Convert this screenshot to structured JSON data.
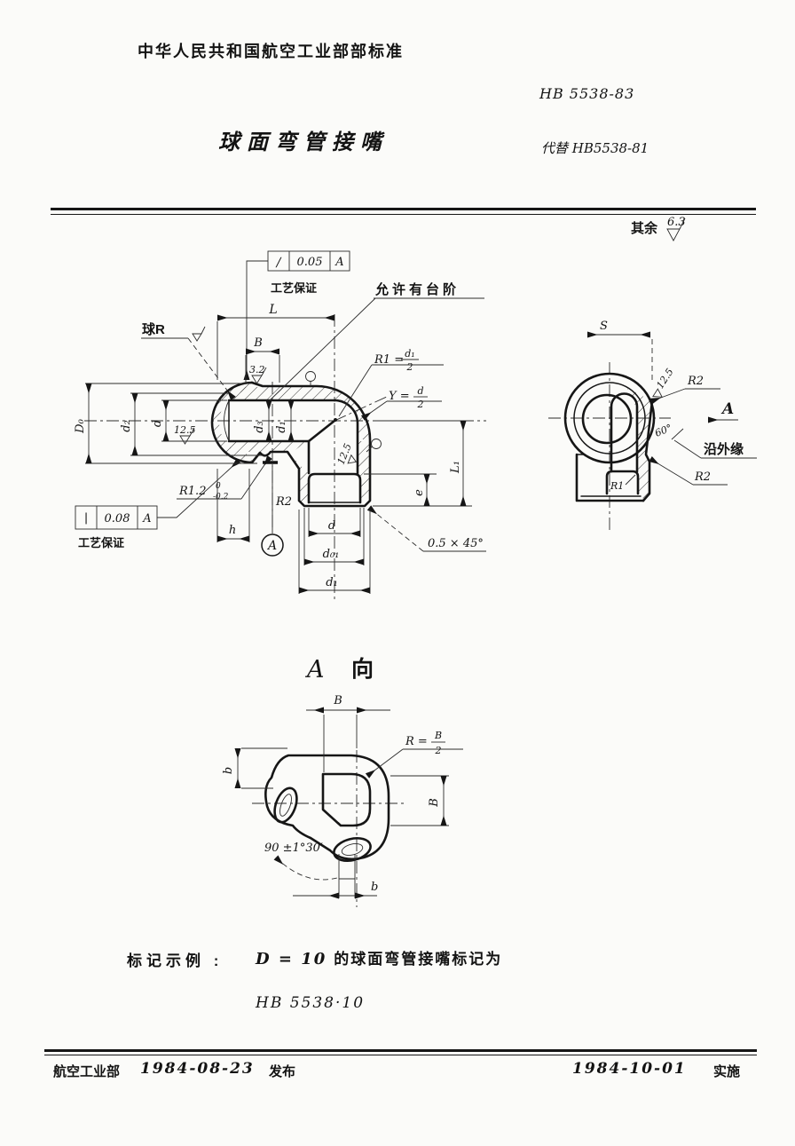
{
  "header": {
    "org": "中华人民共和国航空工业部部标准",
    "std_no": "HB 5538-83",
    "title": "球面弯管接嘴",
    "replaces": "代替 HB5538-81"
  },
  "general": {
    "rest_label": "其余",
    "rest_value": "6.3"
  },
  "main_view": {
    "fcf_top": {
      "sym": "∕",
      "val": "0.05",
      "datum": "A",
      "note": "工艺保证"
    },
    "fcf_left": {
      "sym": "∣",
      "val": "0.08",
      "datum": "A",
      "note": "工艺保证"
    },
    "note_step": "允许有台阶",
    "note_sphere": "球R",
    "dim_L": "L",
    "dim_B": "B",
    "rough_32": "3.2",
    "rough_125_left": "12.5",
    "rough_125_cone": "12.5",
    "r1_prefix": "R1 =",
    "r1_num": "d₁",
    "r1_den": "2",
    "y_prefix": "Y =",
    "y_num": "d",
    "y_den": "2",
    "dim_D0": "D₀",
    "dim_d2": "d₂",
    "dim_d_left": "d",
    "dim_d3": "d₃",
    "dim_d1_mid": "d₁",
    "dim_L1": "L₁",
    "dim_e": "e",
    "dim_h": "h",
    "dim_d_bot": "d",
    "dim_d01": "d₀₁",
    "dim_d1_bot": "d₁",
    "r12_label": "R1.2",
    "r12_upper": "0",
    "r12_lower": "-0.2",
    "r2_label": "R2",
    "datum_a": "A",
    "chamfer": "0.5 × 45°"
  },
  "side_view": {
    "dim_S": "S",
    "rough_125": "12.5",
    "r2_top": "R2",
    "view_label": "A",
    "angle_60": "60°",
    "edge_note": "沿外缘",
    "r2_bot": "R2",
    "r1_label": "R1"
  },
  "a_view": {
    "title_letter": "A",
    "title_word": "向",
    "dim_B_top": "B",
    "r_prefix": "R =",
    "r_num": "B",
    "r_den": "2",
    "dim_b_left": "b",
    "dim_B_right": "B",
    "angle_tol": "90 ±1°30′",
    "dim_b_bot": "b"
  },
  "example": {
    "label": "标记示例 :",
    "code": "D = 10",
    "text": "的球面弯管接嘴标记为",
    "designation": "HB 5538·10"
  },
  "footer": {
    "org": "航空工业部",
    "release_date": "1984-08-23",
    "release_label": "发布",
    "impl_date": "1984-10-01",
    "impl_label": "实施"
  }
}
